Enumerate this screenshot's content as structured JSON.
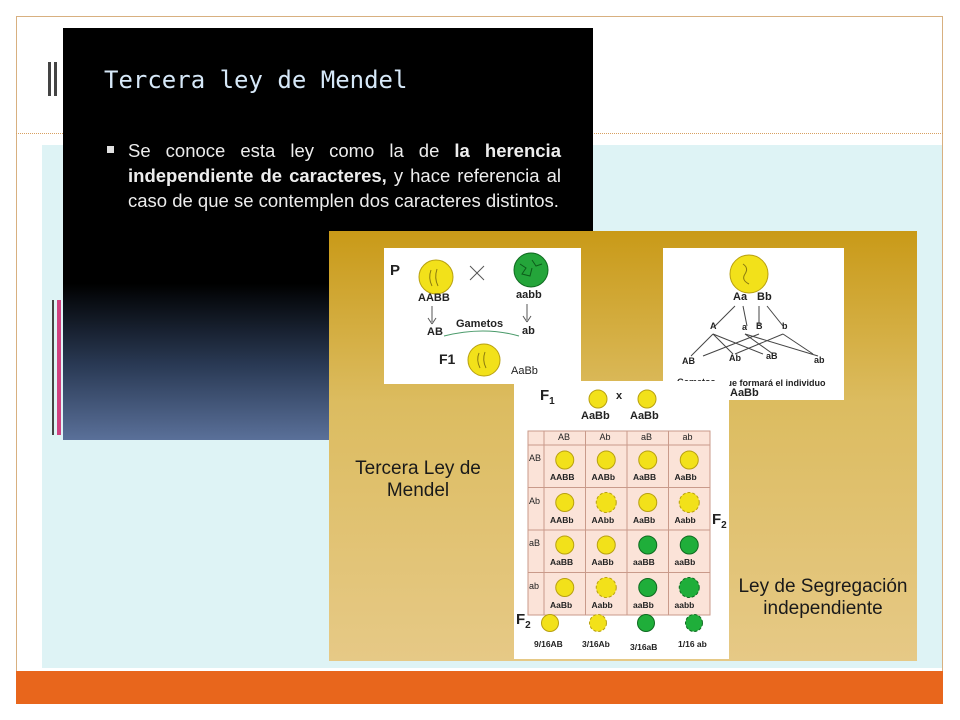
{
  "slide": {
    "title": "Tercera ley de Mendel",
    "bullet": {
      "t1": "Se conoce esta ley como la de ",
      "b1": "la herencia independiente de caracteres,",
      "t2": " y hace referencia al caso de que se contemplen dos caracteres distintos."
    }
  },
  "figure": {
    "left_caption": "Tercera Ley de Mendel",
    "right_caption": "Ley de Segregación independiente",
    "cross": {
      "p": "P",
      "parent1": "AABB",
      "parent2": "aabb",
      "gamete1": "AB",
      "gamete2": "ab",
      "gametes": "Gametos",
      "f1": "F1",
      "f1_genotype": "AaBb"
    },
    "gametes_diagram": {
      "parent_a": "Aa",
      "parent_b": "Bb",
      "split": [
        "A",
        "a",
        "B",
        "b"
      ],
      "combos": [
        "AB",
        "Ab",
        "aB",
        "ab"
      ],
      "footer_left": "Gametos",
      "footer_right": "que formará el individuo",
      "footer_genotype": "AaBb"
    },
    "punnett": {
      "f1_label": "F",
      "f1_sub": "1",
      "cross_x": "x",
      "parent1": "AaBb",
      "parent2": "AaBb",
      "col_headers": [
        "AB",
        "Ab",
        "aB",
        "ab"
      ],
      "row_headers": [
        "AB",
        "Ab",
        "aB",
        "ab"
      ],
      "cells": [
        [
          "AABB",
          "AABb",
          "AaBB",
          "AaBb"
        ],
        [
          "AABb",
          "AAbb",
          "AaBb",
          "Aabb"
        ],
        [
          "AaBB",
          "AaBb",
          "aaBB",
          "aaBb"
        ],
        [
          "AaBb",
          "Aabb",
          "aaBb",
          "aabb"
        ]
      ],
      "f2_label": "F",
      "f2_sub": "2",
      "ratios": [
        "9/16AB",
        "3/16Ab",
        "3/16aB",
        "1/16 ab"
      ]
    }
  },
  "colors": {
    "accent": "#e8661c",
    "yellow_pea": "#f2e11a",
    "green_pea": "#1fae3a",
    "gold": "#c99a18"
  }
}
